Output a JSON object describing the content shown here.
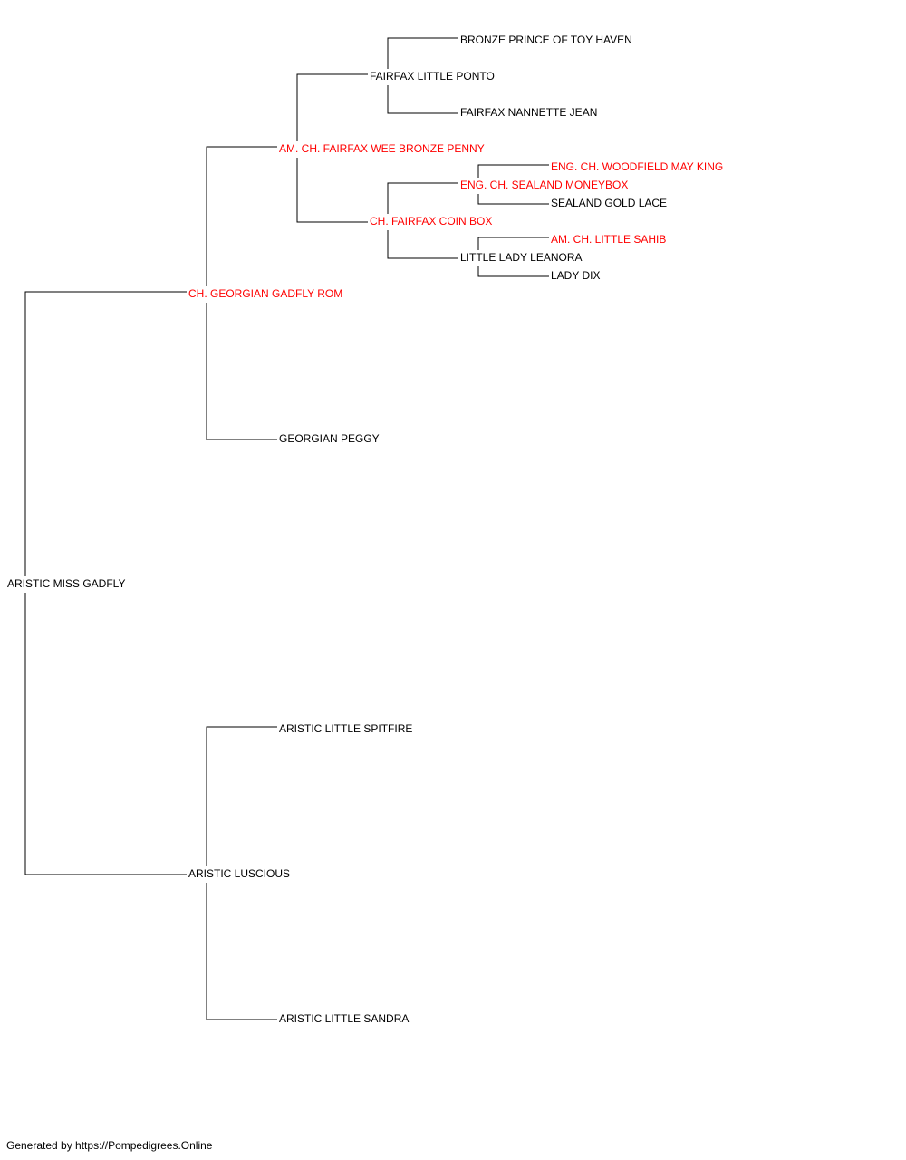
{
  "pedigree": {
    "subject": {
      "name": "ARISTIC MISS GADFLY",
      "champion": false
    },
    "sire": {
      "name": "CH. GEORGIAN GADFLY ROM",
      "champion": true
    },
    "dam": {
      "name": "ARISTIC LUSCIOUS",
      "champion": false
    },
    "sire_sire": {
      "name": "AM. CH. FAIRFAX WEE BRONZE PENNY",
      "champion": true
    },
    "sire_dam": {
      "name": "GEORGIAN PEGGY",
      "champion": false
    },
    "dam_sire": {
      "name": "ARISTIC LITTLE SPITFIRE",
      "champion": false
    },
    "dam_dam": {
      "name": "ARISTIC LITTLE SANDRA",
      "champion": false
    },
    "sss": {
      "name": "FAIRFAX LITTLE PONTO",
      "champion": false
    },
    "ssd": {
      "name": "CH. FAIRFAX COIN BOX",
      "champion": true
    },
    "ssss": {
      "name": "BRONZE PRINCE OF TOY HAVEN",
      "champion": false
    },
    "sssd": {
      "name": "FAIRFAX NANNETTE JEAN",
      "champion": false
    },
    "ssds": {
      "name": "ENG. CH. SEALAND MONEYBOX",
      "champion": true
    },
    "ssdd": {
      "name": "LITTLE LADY LEANORA",
      "champion": false
    },
    "ssdss": {
      "name": "ENG. CH. WOODFIELD MAY KING",
      "champion": true
    },
    "ssdsd": {
      "name": "SEALAND GOLD LACE",
      "champion": false
    },
    "ssdds": {
      "name": "AM. CH. LITTLE SAHIB",
      "champion": true
    },
    "ssddd": {
      "name": "LADY DIX",
      "champion": false
    }
  },
  "colors": {
    "champion": "#ff0000",
    "normal": "#000000",
    "line": "#000000"
  },
  "footer": "Generated by https://Pompedigrees.Online"
}
